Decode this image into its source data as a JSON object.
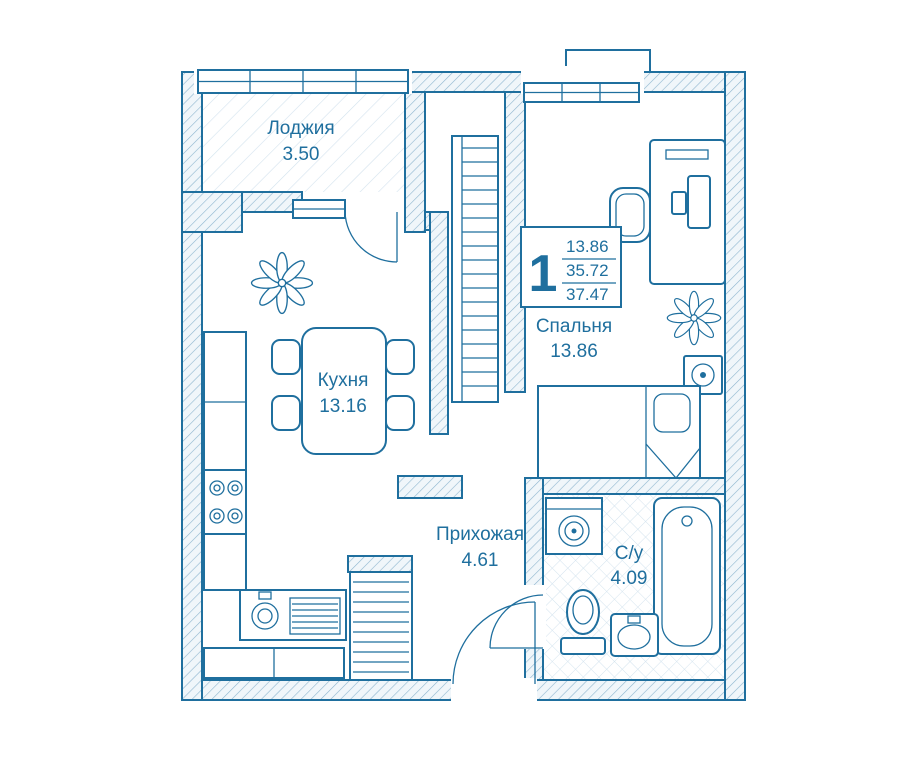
{
  "colors": {
    "primary": "#1f6f9e",
    "wall_hatch": "#8fb6cf",
    "floor_hatch": "#d3e3ee",
    "background": "#ffffff"
  },
  "badge": {
    "rooms_count": "1",
    "values": [
      "13.86",
      "35.72",
      "37.47"
    ]
  },
  "rooms": {
    "loggia": {
      "name": "Лоджия",
      "area": "3.50"
    },
    "kitchen": {
      "name": "Кухня",
      "area": "13.16"
    },
    "bedroom": {
      "name": "Спальня",
      "area": "13.86"
    },
    "hallway": {
      "name": "Прихожая",
      "area": "4.61"
    },
    "bathroom": {
      "name": "С/у",
      "area": "4.09"
    }
  }
}
